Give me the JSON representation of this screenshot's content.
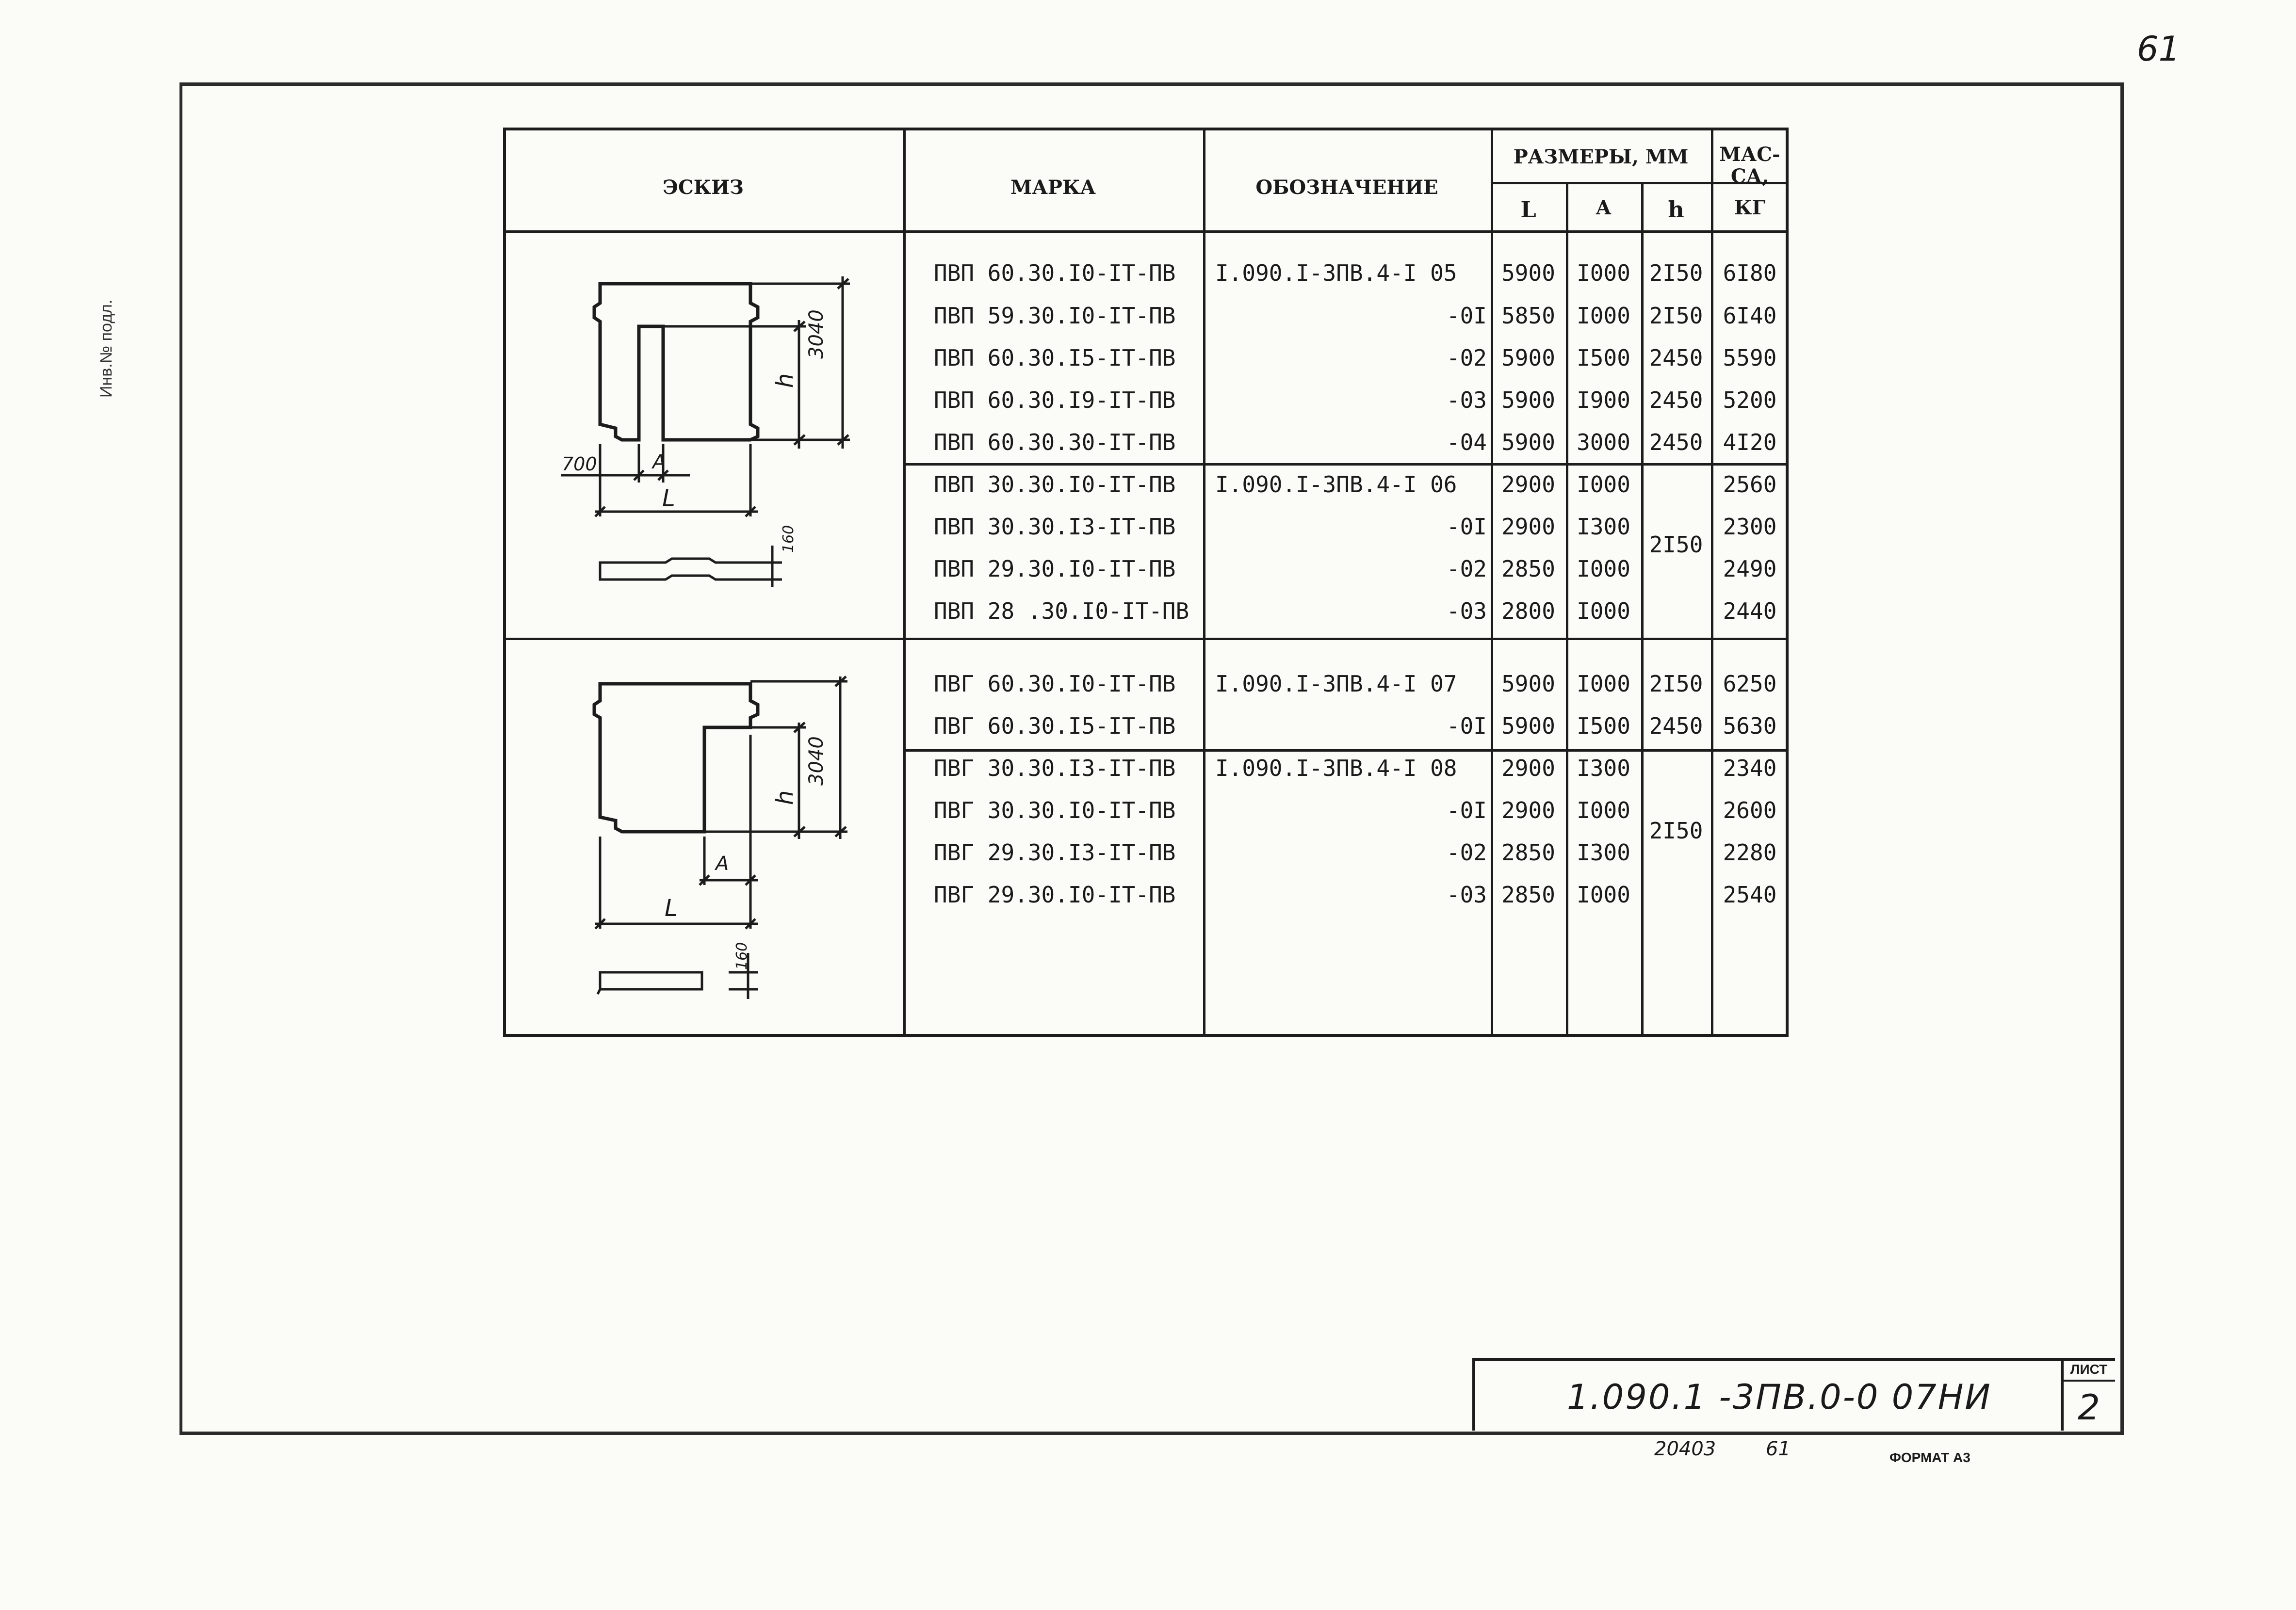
{
  "page_number": "61",
  "table": {
    "headers": {
      "sketch": "ЭСКИЗ",
      "mark": "МАРКА",
      "designation": "ОБОЗНАЧЕНИЕ",
      "dimensions": "РАЗМЕРЫ, ММ",
      "mass_line1": "МАС-",
      "mass_line2": "СА,",
      "col_L": "L",
      "col_A": "А",
      "col_h": "h",
      "mass_unit": "КГ"
    },
    "rows": [
      {
        "mark": "ПВП 60.30.I0-IT-ПВ",
        "designation": "I.090.I-3ПВ.4-I 05",
        "suffix": "",
        "L": "5900",
        "A": "I000",
        "h": "2I50",
        "mass": "6I80"
      },
      {
        "mark": "ПВП 59.30.I0-IT-ПВ",
        "designation": "",
        "suffix": "-0I",
        "L": "5850",
        "A": "I000",
        "h": "2I50",
        "mass": "6I40"
      },
      {
        "mark": "ПВП 60.30.I5-IT-ПВ",
        "designation": "",
        "suffix": "-02",
        "L": "5900",
        "A": "I500",
        "h": "2450",
        "mass": "5590"
      },
      {
        "mark": "ПВП 60.30.I9-IT-ПВ",
        "designation": "",
        "suffix": "-03",
        "L": "5900",
        "A": "I900",
        "h": "2450",
        "mass": "5200"
      },
      {
        "mark": "ПВП 60.30.30-IT-ПВ",
        "designation": "",
        "suffix": "-04",
        "L": "5900",
        "A": "3000",
        "h": "2450",
        "mass": "4I20"
      },
      {
        "mark": "ПВП 30.30.I0-IT-ПВ",
        "designation": "I.090.I-3ПВ.4-I 06",
        "suffix": "",
        "L": "2900",
        "A": "I000",
        "h": "",
        "mass": "2560"
      },
      {
        "mark": "ПВП 30.30.I3-IT-ПВ",
        "designation": "",
        "suffix": "-0I",
        "L": "2900",
        "A": "I300",
        "h": "",
        "mass": "2300"
      },
      {
        "mark": "ПВП 29.30.I0-IT-ПВ",
        "designation": "",
        "suffix": "-02",
        "L": "2850",
        "A": "I000",
        "h": "",
        "mass": "2490"
      },
      {
        "mark": "ПВП 28 .30.I0-IT-ПВ",
        "designation": "",
        "suffix": "-03",
        "L": "2800",
        "A": "I000",
        "h": "",
        "mass": "2440"
      },
      {
        "mark": "ПВГ 60.30.I0-IT-ПВ",
        "designation": "I.090.I-3ПВ.4-I 07",
        "suffix": "",
        "L": "5900",
        "A": "I000",
        "h": "2I50",
        "mass": "6250"
      },
      {
        "mark": "ПВГ 60.30.I5-IT-ПВ",
        "designation": "",
        "suffix": "-0I",
        "L": "5900",
        "A": "I500",
        "h": "2450",
        "mass": "5630"
      },
      {
        "mark": "ПВГ 30.30.I3-IT-ПВ",
        "designation": "I.090.I-3ПВ.4-I 08",
        "suffix": "",
        "L": "2900",
        "A": "I300",
        "h": "",
        "mass": "2340"
      },
      {
        "mark": "ПВГ 30.30.I0-IT-ПВ",
        "designation": "",
        "suffix": "-0I",
        "L": "2900",
        "A": "I000",
        "h": "",
        "mass": "2600"
      },
      {
        "mark": "ПВГ 29.30.I3-IT-ПВ",
        "designation": "",
        "suffix": "-02",
        "L": "2850",
        "A": "I300",
        "h": "",
        "mass": "2280"
      },
      {
        "mark": "ПВГ 29.30.I0-IT-ПВ",
        "designation": "",
        "suffix": "-03",
        "L": "2850",
        "A": "I000",
        "h": "",
        "mass": "2540"
      }
    ],
    "merged_h": [
      "2I50",
      "2I50"
    ]
  },
  "sketch_labels": {
    "dim_3040_top": "3040",
    "dim_h_top": "h",
    "dim_700": "700",
    "dim_A_top": "A",
    "dim_L_top": "L",
    "dim_160_top": "160",
    "dim_3040_bottom": "3040",
    "dim_h_bottom": "h",
    "dim_A_bottom": "A",
    "dim_L_bottom": "L",
    "dim_160_bottom": "160"
  },
  "title_block": {
    "code": "1.090.1 -3ПВ.0-0  07НИ",
    "sheet_label": "ЛИСТ",
    "sheet_number": "2"
  },
  "footer": {
    "inv_number": "20403",
    "page": "61",
    "format": "ФОРМАТ А3"
  },
  "side_stamp": "Инв.№ подл."
}
